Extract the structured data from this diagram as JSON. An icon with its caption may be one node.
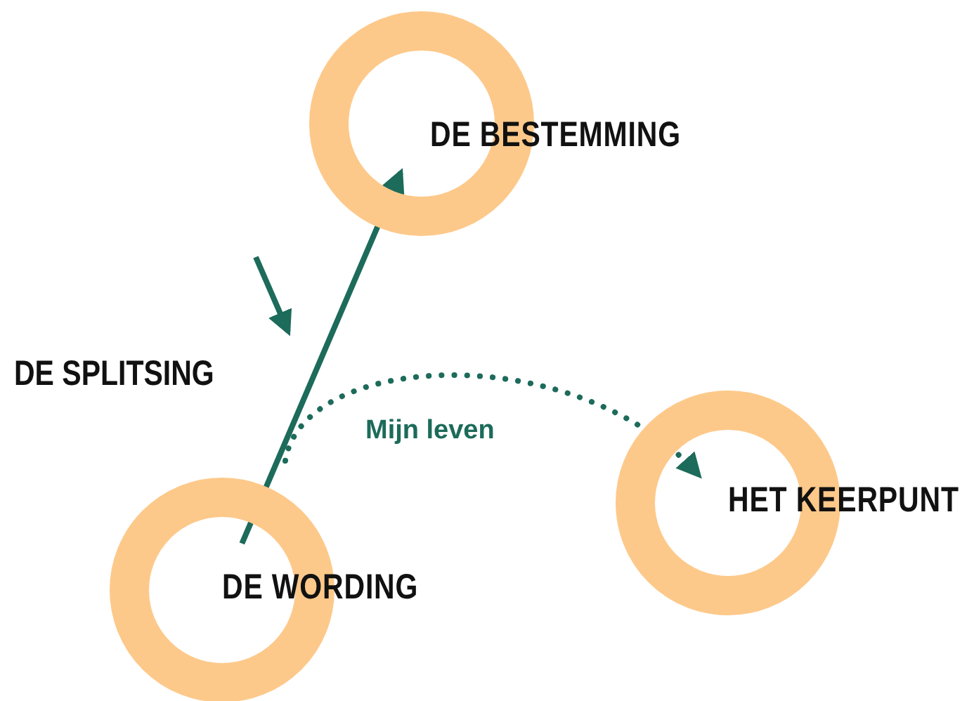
{
  "diagram": {
    "nodes": [
      {
        "text": [
          "DE BESTEMMING"
        ]
      },
      {
        "text": [
          "DE WORDING"
        ]
      },
      {
        "text": [
          "HET KEERPUNT"
        ]
      }
    ],
    "edges": [
      {
        "from": 1,
        "to": 0,
        "arrow": "to",
        "color": "#1d6b5a"
      },
      {
        "from": 1,
        "to": 2,
        "arrow": "to",
        "label": "Mijn leven",
        "style": "dashed",
        "color": "#1d6b5a"
      }
    ],
    "labels": [
      "DE SPLITSING"
    ]
  }
}
